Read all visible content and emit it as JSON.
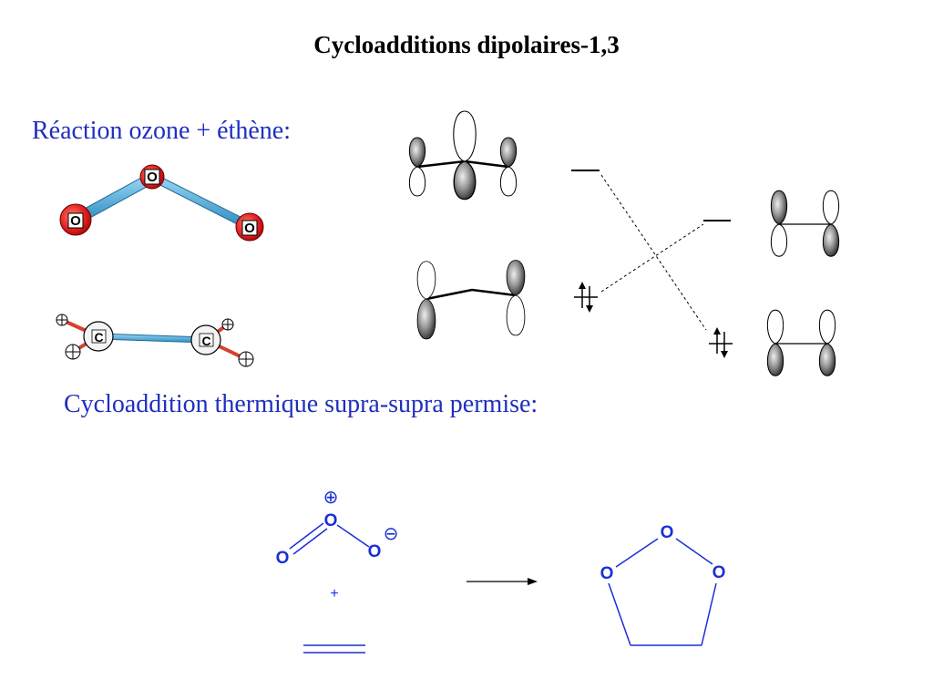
{
  "title": "Cycloadditions dipolaires-1,3",
  "subtitle_reaction": "Réaction ozone + éthène:",
  "subtitle_cycloaddition": "Cycloaddition thermique supra-supra permise:",
  "ozone_model": {
    "atoms": [
      "O",
      "O",
      "O"
    ]
  },
  "ethene_model": {
    "atoms": [
      "C",
      "C"
    ]
  },
  "reactant_ozone": {
    "atoms": [
      "O",
      "O",
      "O"
    ],
    "plus_charge": "⊕",
    "minus_charge": "⊖"
  },
  "plus_sign": "+",
  "product_ring": {
    "atoms": [
      "O",
      "O",
      "O"
    ]
  },
  "colors": {
    "text_blue": "#1f2fbf",
    "chem_blue": "#1a2fd6",
    "oxygen_red": "#e02020",
    "bond_cyan": "#4aa8d8",
    "bond_red": "#d84030"
  }
}
